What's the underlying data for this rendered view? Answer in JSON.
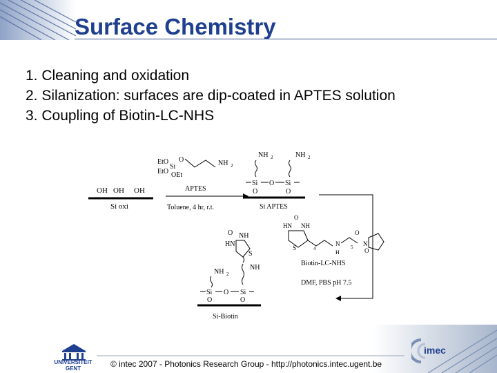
{
  "slide": {
    "title": "Surface Chemistry",
    "steps": [
      "1. Cleaning and oxidation",
      "2. Silanization: surfaces are dip-coated in APTES solution",
      "3. Coupling of Biotin-LC-NHS"
    ]
  },
  "scheme": {
    "si_oxi_label": "Si oxi",
    "oh": "OH",
    "aptes_label": "APTES",
    "step1_conditions": "Toluene, 4 hr, r.t.",
    "si_aptes_label": "Si APTES",
    "biotin_reagent_label": "Biotin-LC-NHS",
    "step2_conditions": "DMF, PBS pH 7.5",
    "si_biotin_label": "Si-Biotin",
    "eto": "EtO",
    "oet": "OEt",
    "si": "Si",
    "o": "O",
    "nh2": "NH",
    "sub2": "2",
    "nh": "NH",
    "hn": "HN",
    "s": "S",
    "n": "N",
    "h": "H",
    "four": "4",
    "five": "5"
  },
  "footer": {
    "text": "© intec 2007  -  Photonics Research Group  -   http://photonics.intec.ugent.be",
    "ugent_line1": "UNIVERSITEIT",
    "ugent_line2": "GENT",
    "imec_logo_text": "imec"
  },
  "colors": {
    "title": "#1f3f8f",
    "accent_gray": "#9aa6b4"
  }
}
